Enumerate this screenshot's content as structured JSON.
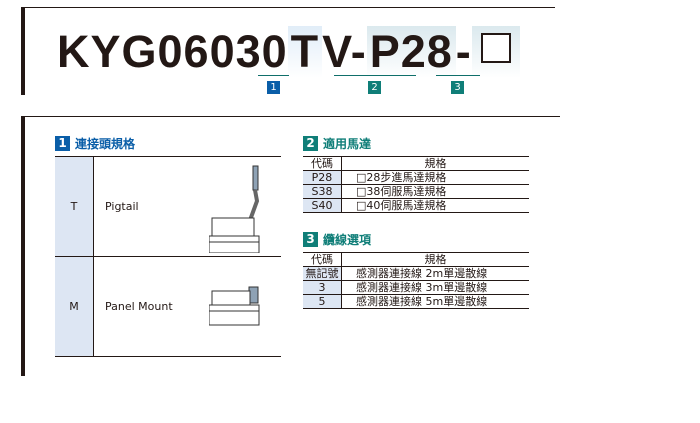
{
  "model": {
    "prefix": "KYG06030",
    "part1": "T",
    "mid": "V-",
    "part2": "P28",
    "sep": "-",
    "markers": [
      "1",
      "2",
      "3"
    ]
  },
  "colors": {
    "blue": "#0a5ea8",
    "teal": "#0f7e78",
    "code_bg": "#dde6f3"
  },
  "section1": {
    "num": "1",
    "title": "連接頭規格",
    "rows": [
      {
        "code": "T",
        "desc": "Pigtail"
      },
      {
        "code": "M",
        "desc": "Panel Mount"
      }
    ]
  },
  "section2": {
    "num": "2",
    "title": "適用馬達",
    "header": {
      "code": "代碼",
      "spec": "規格"
    },
    "rows": [
      {
        "code": "P28",
        "spec": "□28步進馬達規格"
      },
      {
        "code": "S38",
        "spec": "□38伺服馬達規格"
      },
      {
        "code": "S40",
        "spec": "□40伺服馬達規格"
      }
    ]
  },
  "section3": {
    "num": "3",
    "title": "纜線選項",
    "header": {
      "code": "代碼",
      "spec": "規格"
    },
    "rows": [
      {
        "code": "無記號",
        "spec": "感測器連接線 2m單邊散線"
      },
      {
        "code": "3",
        "spec": "感測器連接線 3m單邊散線"
      },
      {
        "code": "5",
        "spec": "感測器連接線 5m單邊散線"
      }
    ]
  }
}
